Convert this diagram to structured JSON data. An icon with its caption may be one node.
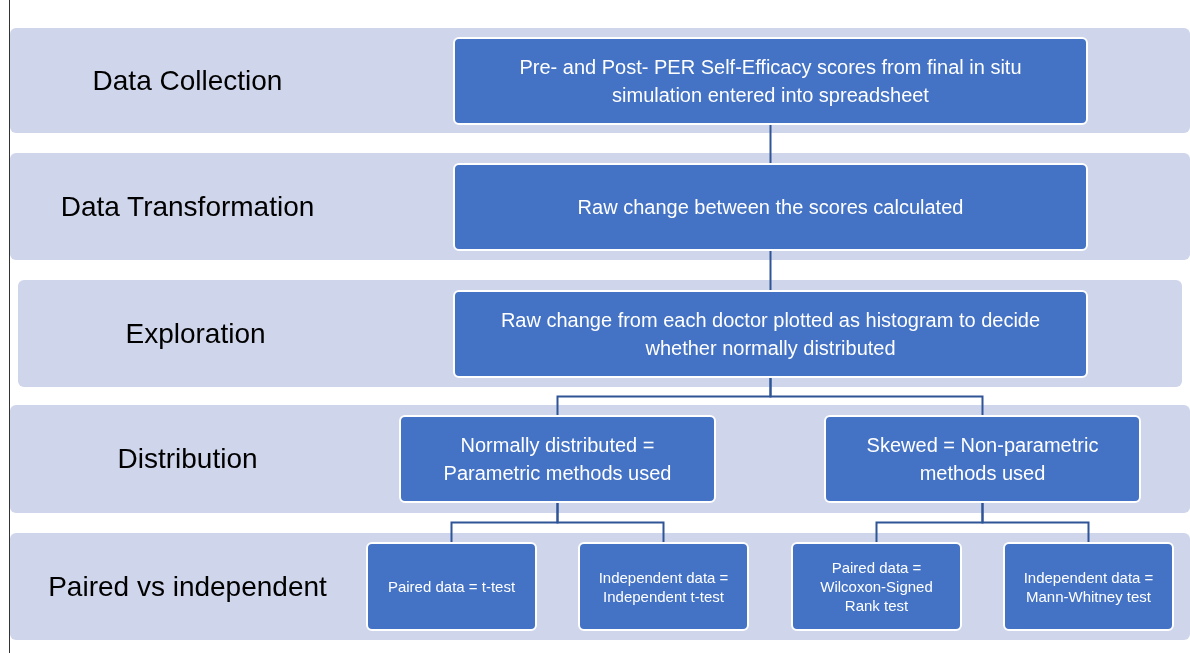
{
  "diagram": {
    "nodes": [
      {
        "text": [
          "Data Collection"
        ]
      },
      {
        "text": [
          "Pre- and Post- PER Self-Efficacy scores from final in situ simulation entered into spreadsheet"
        ],
        "in": 0
      },
      {
        "text": [
          "Data Transformation"
        ]
      },
      {
        "text": [
          "Raw change between the scores calculated"
        ],
        "in": 2
      },
      {
        "text": [
          "Exploration"
        ]
      },
      {
        "text": [
          "Raw change from each doctor plotted as histogram to decide whether normally distributed"
        ],
        "in": 4
      },
      {
        "text": [
          "Distribution"
        ]
      },
      {
        "text": [
          "Normally distributed = Parametric methods used"
        ],
        "in": 6
      },
      {
        "text": [
          "Skewed = Non-parametric methods used"
        ],
        "in": 6
      },
      {
        "text": [
          "Paired vs independent"
        ]
      },
      {
        "text": [
          "Paired data = t-test"
        ],
        "in": 9
      },
      {
        "text": [
          "Independent data = Independent t-test"
        ],
        "in": 9
      },
      {
        "text": [
          "Paired data = Wilcoxon-Signed Rank test"
        ],
        "in": 9
      },
      {
        "text": [
          "Independent data = Mann-Whitney test"
        ],
        "in": 9
      }
    ],
    "edges": [
      {
        "from": 1,
        "to": 3,
        "arrow": "none"
      },
      {
        "from": 3,
        "to": 5,
        "arrow": "none"
      },
      {
        "from": 5,
        "to": 7,
        "arrow": "none"
      },
      {
        "from": 5,
        "to": 8,
        "arrow": "none"
      },
      {
        "from": 7,
        "to": 10,
        "arrow": "none"
      },
      {
        "from": 7,
        "to": 11,
        "arrow": "none"
      },
      {
        "from": 8,
        "to": 12,
        "arrow": "none"
      },
      {
        "from": 8,
        "to": 13,
        "arrow": "none"
      }
    ]
  }
}
